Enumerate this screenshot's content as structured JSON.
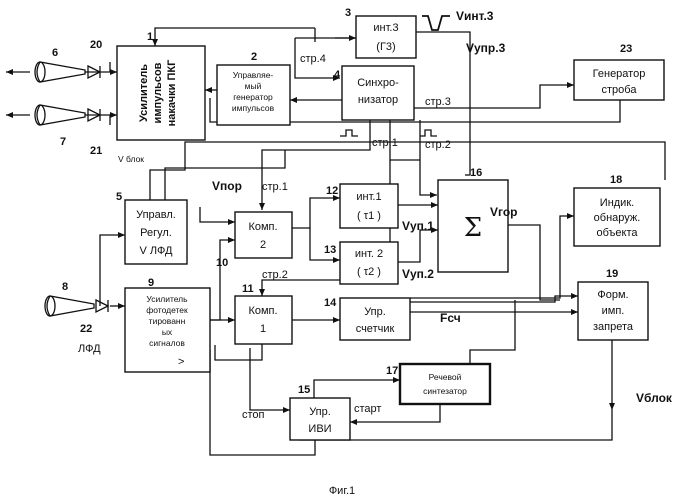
{
  "blocks": {
    "b1": {
      "num": "1",
      "lines": [
        "Усилитель",
        "импульсов",
        "накачки ПКГ"
      ]
    },
    "b2": {
      "num": "2",
      "lines": [
        "Управляе-",
        "мый",
        "генератор",
        "импульсов"
      ]
    },
    "b3": {
      "num": "3",
      "lines": [
        "инт.3",
        "(Г3)"
      ]
    },
    "b4": {
      "num": "4",
      "lines": [
        "Синхро-",
        "низатор"
      ]
    },
    "b5": {
      "num": "5",
      "lines": [
        "Управл.",
        "Регул.",
        "V ЛФД"
      ]
    },
    "b9": {
      "num": "9",
      "lines": [
        "Усилитель",
        "фотодетек",
        "тированн",
        "ых",
        "сигналов"
      ],
      "glyph": ">"
    },
    "b10": {
      "num": "10",
      "lines": [
        "Комп.",
        "2"
      ]
    },
    "b11": {
      "num": "11",
      "lines": [
        "Комп.",
        "1"
      ]
    },
    "b12": {
      "num": "12",
      "lines": [
        "инт.1",
        "( τ1 )"
      ]
    },
    "b13": {
      "num": "13",
      "lines": [
        "инт. 2",
        "( τ2 )"
      ]
    },
    "b14": {
      "num": "14",
      "lines": [
        "Упр.",
        "счетчик"
      ]
    },
    "b15": {
      "num": "15",
      "lines": [
        "Упр.",
        "ИВИ"
      ]
    },
    "b16": {
      "num": "16",
      "symbol": "Σ"
    },
    "b17": {
      "num": "17",
      "lines": [
        "Речевой",
        "синтезатор"
      ]
    },
    "b18": {
      "num": "18",
      "lines": [
        "Индик.",
        "обнаруж.",
        "объекта"
      ]
    },
    "b19": {
      "num": "19",
      "lines": [
        "Форм.",
        "имп.",
        "запрета"
      ]
    },
    "b23": {
      "num": "23",
      "lines": [
        "Генератор",
        "строба"
      ]
    }
  },
  "numbers": {
    "n6": "6",
    "n7": "7",
    "n8": "8",
    "n20": "20",
    "n21": "21",
    "n22": "22"
  },
  "signals": {
    "v_int3": "Vинт.3",
    "v_upr3": "Vупр.3",
    "str4": "стр.4",
    "str3": "стр.3",
    "str1_a": "стр.1",
    "str2_a": "стр.2",
    "str1_b": "стр.1",
    "str2_b": "стр.2",
    "v_por": "Vпор",
    "v_up1": "Vуп.1",
    "v_up2": "Vуп.2",
    "v_gor": "Vгор",
    "f_sch": "Fсч",
    "v_blok_top": "V блок",
    "v_blok_right": "Vблок",
    "stop": "стоп",
    "start": "старт",
    "lfd": "ЛФД"
  },
  "caption": "Фиг.1"
}
